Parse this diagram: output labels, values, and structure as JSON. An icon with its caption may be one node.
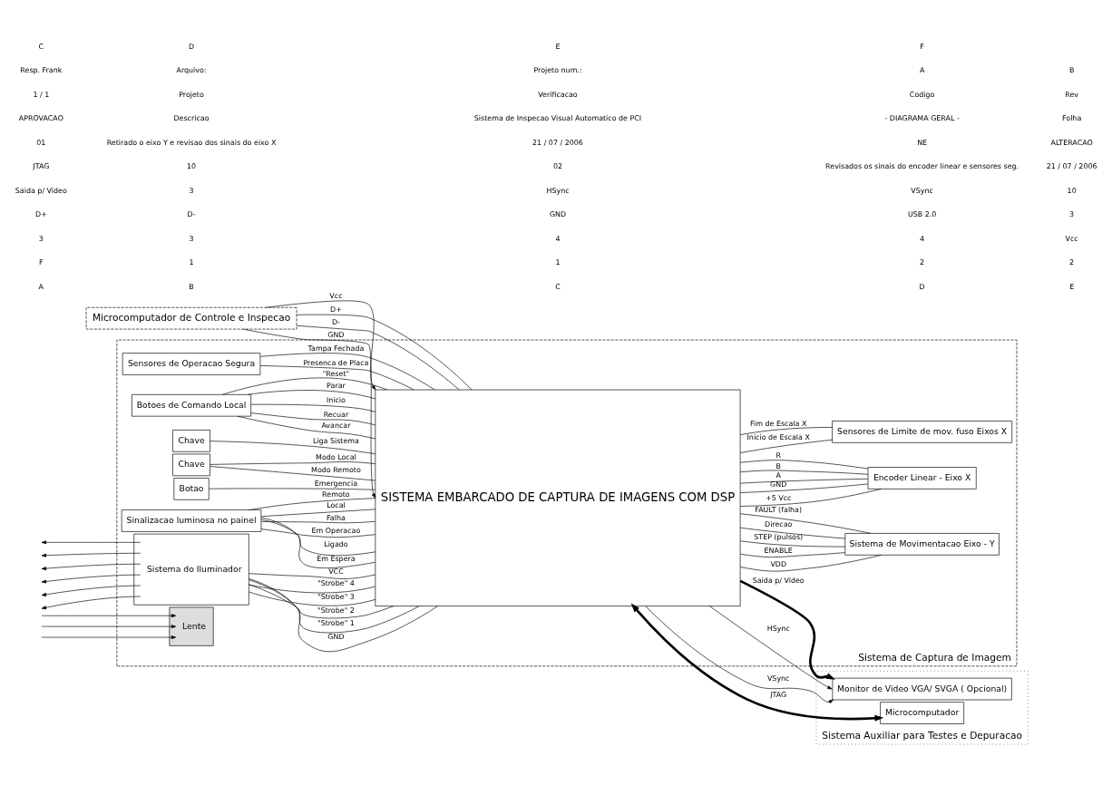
{
  "diagram": {
    "nodes": [
      {
        "text": [
          "Sistema de Captura de Imagem"
        ]
      },
      {
        "text": [
          "SISTEMA EMBARCADO DE CAPTURA DE IMAGENS COM DSP"
        ],
        "in": 0
      },
      {
        "text": [
          "Sensores de Operacao Segura"
        ],
        "in": 0
      },
      {
        "text": [
          "Botoes de Comando Local"
        ],
        "in": 0
      },
      {
        "text": [
          "Chave"
        ],
        "in": 0
      },
      {
        "text": [
          "Chave"
        ],
        "in": 0
      },
      {
        "text": [
          "Botao"
        ],
        "in": 0
      },
      {
        "text": [
          "Sinalizacao luminosa no painel"
        ],
        "in": 0
      },
      {
        "text": [
          "Lente"
        ],
        "in": 0
      },
      {
        "text": [
          "Sistema do Iluminador"
        ],
        "in": 0
      },
      {
        "text": [
          "Sistema de Movimentacao Eixo - Y"
        ],
        "in": 0
      },
      {
        "text": [
          "Encoder Linear - Eixo X"
        ],
        "in": 0
      },
      {
        "text": [
          "Sensores de Limite de mov. fuso Eixos X"
        ],
        "in": 0
      },
      {
        "text": [
          "Microcomputador de Controle e Inspecao"
        ]
      },
      {
        "text": [
          "Sistema Auxiliar para Testes e Depuracao"
        ]
      },
      {
        "text": [
          "Monitor de Video VGA/ SVGA ( Opcional)"
        ],
        "in": 14
      },
      {
        "text": [
          "Microcomputador"
        ],
        "in": 14
      }
    ],
    "edges": [
      {
        "from": 2,
        "to": 1,
        "arrow": "none",
        "label": "Tampa Fechada"
      },
      {
        "from": 2,
        "to": 1,
        "arrow": "none",
        "label": "Presenca de Placa"
      },
      {
        "from": 3,
        "to": 1,
        "arrow": "none",
        "label": "Inicio"
      },
      {
        "from": 3,
        "to": 1,
        "arrow": "none",
        "label": "Parar"
      },
      {
        "from": 3,
        "to": 1,
        "arrow": "none",
        "label": "\"Reset\""
      },
      {
        "from": 3,
        "to": 1,
        "arrow": "none",
        "label": "Avancar"
      },
      {
        "from": 3,
        "to": 1,
        "arrow": "none",
        "label": "Recuar"
      },
      {
        "from": 4,
        "to": 1,
        "arrow": "none",
        "label": "Liga Sistema"
      },
      {
        "from": 5,
        "to": 1,
        "arrow": "none",
        "label": "Modo Local"
      },
      {
        "from": 5,
        "to": 1,
        "arrow": "none",
        "label": "Modo Remoto"
      },
      {
        "from": 6,
        "to": 1,
        "arrow": "none",
        "label": "Emergencia"
      },
      {
        "from": 7,
        "to": 1,
        "arrow": "none",
        "label": "Ligado"
      },
      {
        "from": 7,
        "to": 1,
        "arrow": "none",
        "label": "Em Operacao"
      },
      {
        "from": 7,
        "to": 1,
        "arrow": "none",
        "label": "Falha"
      },
      {
        "from": 7,
        "to": 1,
        "arrow": "none",
        "label": "Local"
      },
      {
        "from": 7,
        "to": 1,
        "arrow": "none",
        "label": "Remoto"
      },
      {
        "from": 7,
        "to": 1,
        "arrow": "none",
        "label": "Em Espera"
      },
      {
        "from": null,
        "to": 8,
        "arrow": "to"
      },
      {
        "from": null,
        "to": 8,
        "arrow": "to"
      },
      {
        "from": null,
        "to": 8,
        "arrow": "to"
      },
      {
        "from": 9,
        "to": null,
        "arrow": "to"
      },
      {
        "from": 9,
        "to": null,
        "arrow": "to"
      },
      {
        "from": 9,
        "to": null,
        "arrow": "to"
      },
      {
        "from": 9,
        "to": null,
        "arrow": "to"
      },
      {
        "from": 9,
        "to": null,
        "arrow": "to"
      },
      {
        "from": 9,
        "to": null,
        "arrow": "to"
      },
      {
        "from": 9,
        "to": 1,
        "arrow": "none",
        "label": "\"Strobe\" 1"
      },
      {
        "from": 9,
        "to": 1,
        "arrow": "none",
        "label": "\"Strobe\" 2"
      },
      {
        "from": 9,
        "to": 1,
        "arrow": "none",
        "label": "\"Strobe\" 3"
      },
      {
        "from": 9,
        "to": 1,
        "arrow": "none",
        "label": "\"Strobe\" 4"
      },
      {
        "from": 9,
        "to": 1,
        "arrow": "none",
        "label": "VCC"
      },
      {
        "from": 9,
        "to": 1,
        "arrow": "none",
        "label": "GND"
      },
      {
        "from": 13,
        "to": 1,
        "arrow": "to",
        "label": "Vcc"
      },
      {
        "from": 13,
        "to": 1,
        "arrow": "none",
        "label": "D+"
      },
      {
        "from": 13,
        "to": 1,
        "arrow": "none",
        "label": "D-"
      },
      {
        "from": 13,
        "to": 1,
        "arrow": "to",
        "label": "GND"
      },
      {
        "from": 1,
        "to": 15,
        "arrow": "to",
        "label": "Saida p/ Video",
        "style": "thick"
      },
      {
        "from": 1,
        "to": 15,
        "arrow": "to",
        "label": "HSync"
      },
      {
        "from": 1,
        "to": 15,
        "arrow": "to",
        "label": "VSync"
      },
      {
        "from": 1,
        "to": 16,
        "arrow": "both",
        "label": "JTAG",
        "style": "thick"
      },
      {
        "from": 1,
        "to": 10,
        "arrow": "none",
        "label": "VDD"
      },
      {
        "from": 1,
        "to": 10,
        "arrow": "none",
        "label": "ENABLE"
      },
      {
        "from": 1,
        "to": 10,
        "arrow": "none",
        "label": "STEP (pulsos)"
      },
      {
        "from": 1,
        "to": 10,
        "arrow": "none",
        "label": "Direcao"
      },
      {
        "from": 1,
        "to": 10,
        "arrow": "none",
        "label": "FAULT (falha)"
      },
      {
        "from": 1,
        "to": 11,
        "arrow": "none",
        "label": "+5 Vcc"
      },
      {
        "from": 1,
        "to": 11,
        "arrow": "none",
        "label": "GND"
      },
      {
        "from": 1,
        "to": 11,
        "arrow": "none",
        "label": "A"
      },
      {
        "from": 1,
        "to": 11,
        "arrow": "none",
        "label": "B"
      },
      {
        "from": 1,
        "to": 11,
        "arrow": "none",
        "label": "R"
      },
      {
        "from": 1,
        "to": 12,
        "arrow": "none",
        "label": "Inicio de Escala X"
      },
      {
        "from": 1,
        "to": 12,
        "arrow": "none",
        "label": "Fim de Escala X"
      }
    ],
    "labels": [
      "A",
      "B",
      "C",
      "D",
      "E",
      "F",
      "1",
      "1",
      "2",
      "2",
      "3",
      "3",
      "4",
      "4",
      "Vcc",
      "D+",
      "D-",
      "GND",
      "USB 2.0",
      "3",
      "Saida p/ Video",
      "3",
      "HSync",
      "VSync",
      "10",
      "JTAG",
      "10",
      "02",
      "Revisados os sinais do encoder linear e sensores seg.",
      "21 / 07 / 2006",
      "01",
      "Retirado o eixo Y e revisao dos sinais do eixo X",
      "21 / 07 / 2006",
      "NE",
      "ALTERACAO",
      "APROVACAO",
      "Descricao",
      "Sistema de Inspecao Visual Automatico de PCI",
      "- DIAGRAMA GERAL -",
      "Folha",
      "1 / 1",
      "Projeto",
      "Verificacao",
      "Codigo",
      "Rev",
      "Resp. Frank",
      "Arquivo:",
      "Projeto num.:",
      "A",
      "B",
      "C",
      "D",
      "E",
      "F"
    ]
  }
}
